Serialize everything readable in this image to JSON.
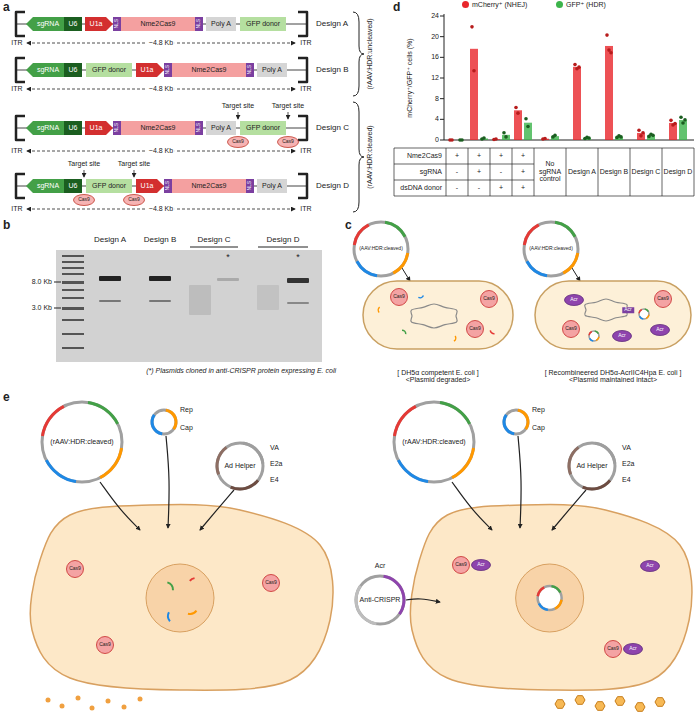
{
  "diagram": {
    "nodes": [
      {
        "text": [
          "sgRNA"
        ]
      },
      {
        "text": [
          "U6"
        ]
      },
      {
        "text": [
          "U1a"
        ]
      },
      {
        "text": [
          "NLS"
        ]
      },
      {
        "text": [
          "Nme2Cas9"
        ]
      },
      {
        "text": [
          "NLS"
        ]
      },
      {
        "text": [
          "Poly A"
        ]
      },
      {
        "text": [
          "GFP donor"
        ]
      },
      {
        "text": [
          "sgRNA"
        ]
      },
      {
        "text": [
          "U6"
        ]
      },
      {
        "text": [
          "GFP donor"
        ]
      },
      {
        "text": [
          "U1a"
        ]
      },
      {
        "text": [
          "NLS"
        ]
      },
      {
        "text": [
          "Nme2Cas9"
        ]
      },
      {
        "text": [
          "NLS"
        ]
      },
      {
        "text": [
          "Poly A"
        ]
      },
      {
        "text": [
          "sgRNA"
        ]
      },
      {
        "text": [
          "U6"
        ]
      },
      {
        "text": [
          "U1a"
        ]
      },
      {
        "text": [
          "NLS"
        ]
      },
      {
        "text": [
          "Nme2Cas9"
        ]
      },
      {
        "text": [
          "NLS"
        ]
      },
      {
        "text": [
          "Poly A"
        ]
      },
      {
        "text": [
          "GFP donor"
        ]
      },
      {
        "text": [
          "Cas9"
        ]
      },
      {
        "text": [
          "Cas9"
        ]
      },
      {
        "text": [
          "sgRNA"
        ]
      },
      {
        "text": [
          "U6"
        ]
      },
      {
        "text": [
          "GFP donor"
        ]
      },
      {
        "text": [
          "U1a"
        ]
      },
      {
        "text": [
          "NLS"
        ]
      },
      {
        "text": [
          "Nme2Cas9"
        ]
      },
      {
        "text": [
          "NLS"
        ]
      },
      {
        "text": [
          "Poly A"
        ]
      },
      {
        "text": [
          "Cas9"
        ]
      },
      {
        "text": [
          "Cas9"
        ]
      },
      {
        "text": [
          "(AAV:HDR:cleaved)"
        ]
      },
      {
        "text": [
          "[ DH5α competent E. coli ]",
          "<Plasmid degraded>"
        ]
      },
      {
        "text": [
          "Cas9"
        ],
        "in": 37
      },
      {
        "text": [
          "Cas9"
        ],
        "in": 37
      },
      {
        "text": [
          "Cas9"
        ],
        "in": 37
      },
      {
        "text": [
          "(AAV:HDR:cleaved)"
        ]
      },
      {
        "text": [
          "[ Recombineered DH5α-AcrIIC4Hpa E. coli ]",
          "<Plasmid maintained intact>"
        ]
      },
      {
        "text": [
          "Cas9"
        ],
        "in": 42
      },
      {
        "text": [
          "Cas9"
        ],
        "in": 42
      },
      {
        "text": [
          "Acr"
        ],
        "in": 42
      },
      {
        "text": [
          "Acr"
        ],
        "in": 42
      },
      {
        "text": [
          "Acr"
        ],
        "in": 42
      },
      {
        "text": [
          "(rAAV:HDR:cleaved)"
        ]
      },
      {
        "text": [
          "Rep",
          "Cap"
        ]
      },
      {
        "text": [
          "Ad Helper",
          "VA",
          "E2a",
          "E4"
        ]
      },
      {
        "text": [
          "Cas9"
        ]
      },
      {
        "text": [
          "Cas9"
        ]
      },
      {
        "text": [
          "Cas9"
        ]
      },
      {
        "text": [
          "(rAAV:HDR:cleaved)"
        ]
      },
      {
        "text": [
          "Rep",
          "Cap"
        ]
      },
      {
        "text": [
          "Ad Helper",
          "VA",
          "E2a",
          "E4"
        ]
      },
      {
        "text": [
          "Anti-CRISPR",
          "Acr"
        ]
      },
      {
        "text": [
          "Cas9"
        ]
      },
      {
        "text": [
          "Cas9"
        ]
      },
      {
        "text": [
          "Acr"
        ]
      },
      {
        "text": [
          "Acr"
        ]
      },
      {
        "text": [
          "Acr"
        ]
      }
    ],
    "labels": [
      "a",
      "ITR",
      "~4.8 Kb",
      "ITR",
      "ITR",
      "~4.8 Kb",
      "ITR",
      "ITR",
      "~4.8 Kb",
      "ITR",
      "ITR",
      "~4.8 Kb",
      "ITR",
      "Target site",
      "Target site",
      "Target site",
      "Target site",
      "Design A",
      "Design B",
      "Design C",
      "Design D",
      "(rAAV:HDR:uncleaved)",
      "(rAAV:HDR:cleaved)",
      "b",
      "Design A",
      "Design B",
      "Design C",
      "Design D",
      "*",
      "*",
      "8.0 Kb",
      "3.0 Kb",
      "(*) Plasmids cloned in anti-CRISPR protein expressing E. coli",
      "c",
      "Acr",
      "d",
      "mCherry⁺/GFP⁺ cells (%)",
      "0",
      "4",
      "8",
      "12",
      "16",
      "20",
      "24",
      "Nme2Cas9",
      "sgRNA",
      "dsDNA donor",
      "+",
      "-",
      "-",
      "+",
      "+",
      "-",
      "+",
      "-",
      "+",
      "+",
      "+",
      "+",
      "No sgRNA control",
      "Design A",
      "Design B",
      "Design C",
      "Design D",
      "e"
    ],
    "legend": [
      {
        "text": "mCherry⁺ (NHEJ)",
        "color": "#e8262b"
      },
      {
        "text": "GFP⁺ (HDR)",
        "color": "#3cb44b"
      }
    ]
  }
}
